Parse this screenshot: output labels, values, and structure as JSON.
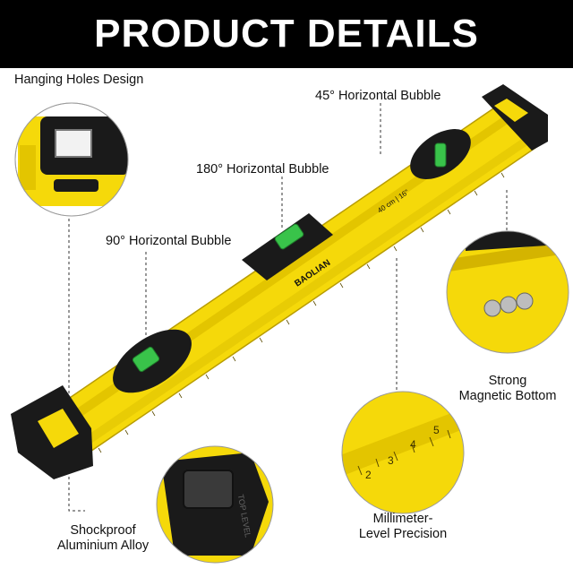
{
  "header": {
    "title": "PRODUCT DETAILS"
  },
  "features": {
    "hanging_holes": "Hanging Holes Design",
    "bubble_45": "45° Horizontal Bubble",
    "bubble_180": "180° Horizontal Bubble",
    "bubble_90": "90° Horizontal Bubble",
    "magnetic_line1": "Strong",
    "magnetic_line2": "Magnetic Bottom",
    "precision_line1": "Millimeter-",
    "precision_line2": "Level Precision",
    "shockproof_line1": "Shockproof",
    "shockproof_line2": "Aluminium Alloy"
  },
  "product": {
    "brand": "BAOLIAN",
    "size_label": "40 cm | 16\"",
    "top_level_text": "TOP LEVEL"
  },
  "colors": {
    "body_yellow": "#f5d90a",
    "dark_yellow": "#d4b400",
    "cap_black": "#1a1a1a",
    "vial_green": "#39c34a"
  }
}
